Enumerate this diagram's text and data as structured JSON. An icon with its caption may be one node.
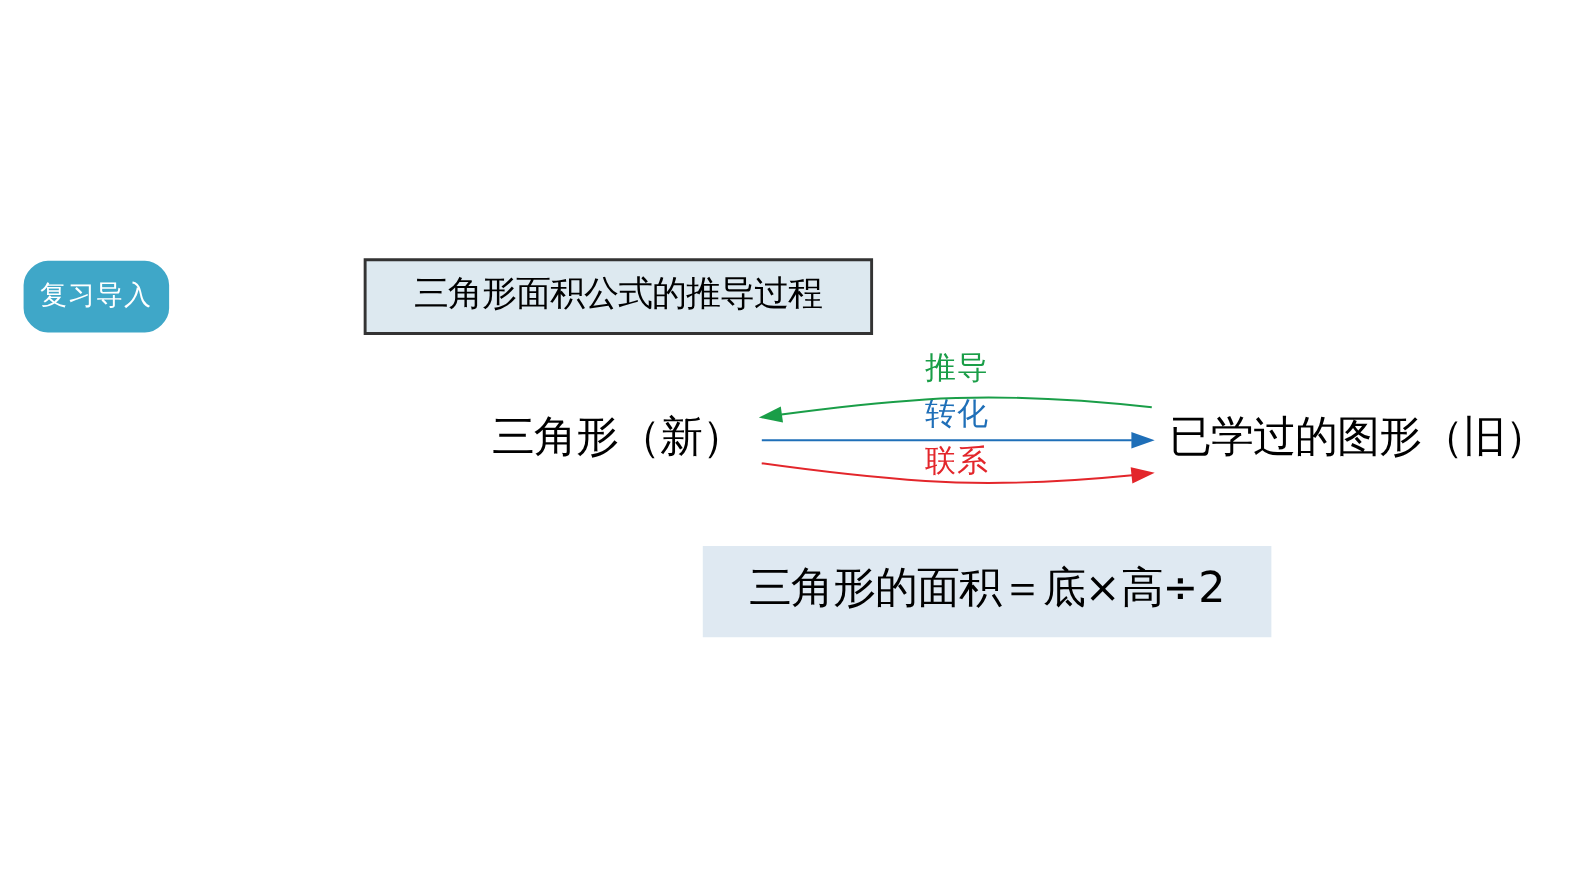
{
  "diagram": {
    "nodes": [
      {
        "text": [
          "三角形面积公式的推导过程"
        ]
      },
      {
        "text": [
          "三角形（新）"
        ]
      },
      {
        "text": [
          "已学过的图形（旧）"
        ]
      },
      {
        "text": [
          "三角形的面积＝底×高÷2"
        ]
      }
    ],
    "edges": [
      {
        "from": 1,
        "to": 2,
        "arrow": "to",
        "label": "转化",
        "color": "#1f6fb8"
      },
      {
        "from": 1,
        "to": 2,
        "arrow": "to",
        "label": "联系",
        "color": "#e3262b"
      },
      {
        "from": 2,
        "to": 1,
        "arrow": "to",
        "label": "推导",
        "color": "#1a9e48"
      }
    ],
    "labels": [
      "复习导入"
    ]
  }
}
